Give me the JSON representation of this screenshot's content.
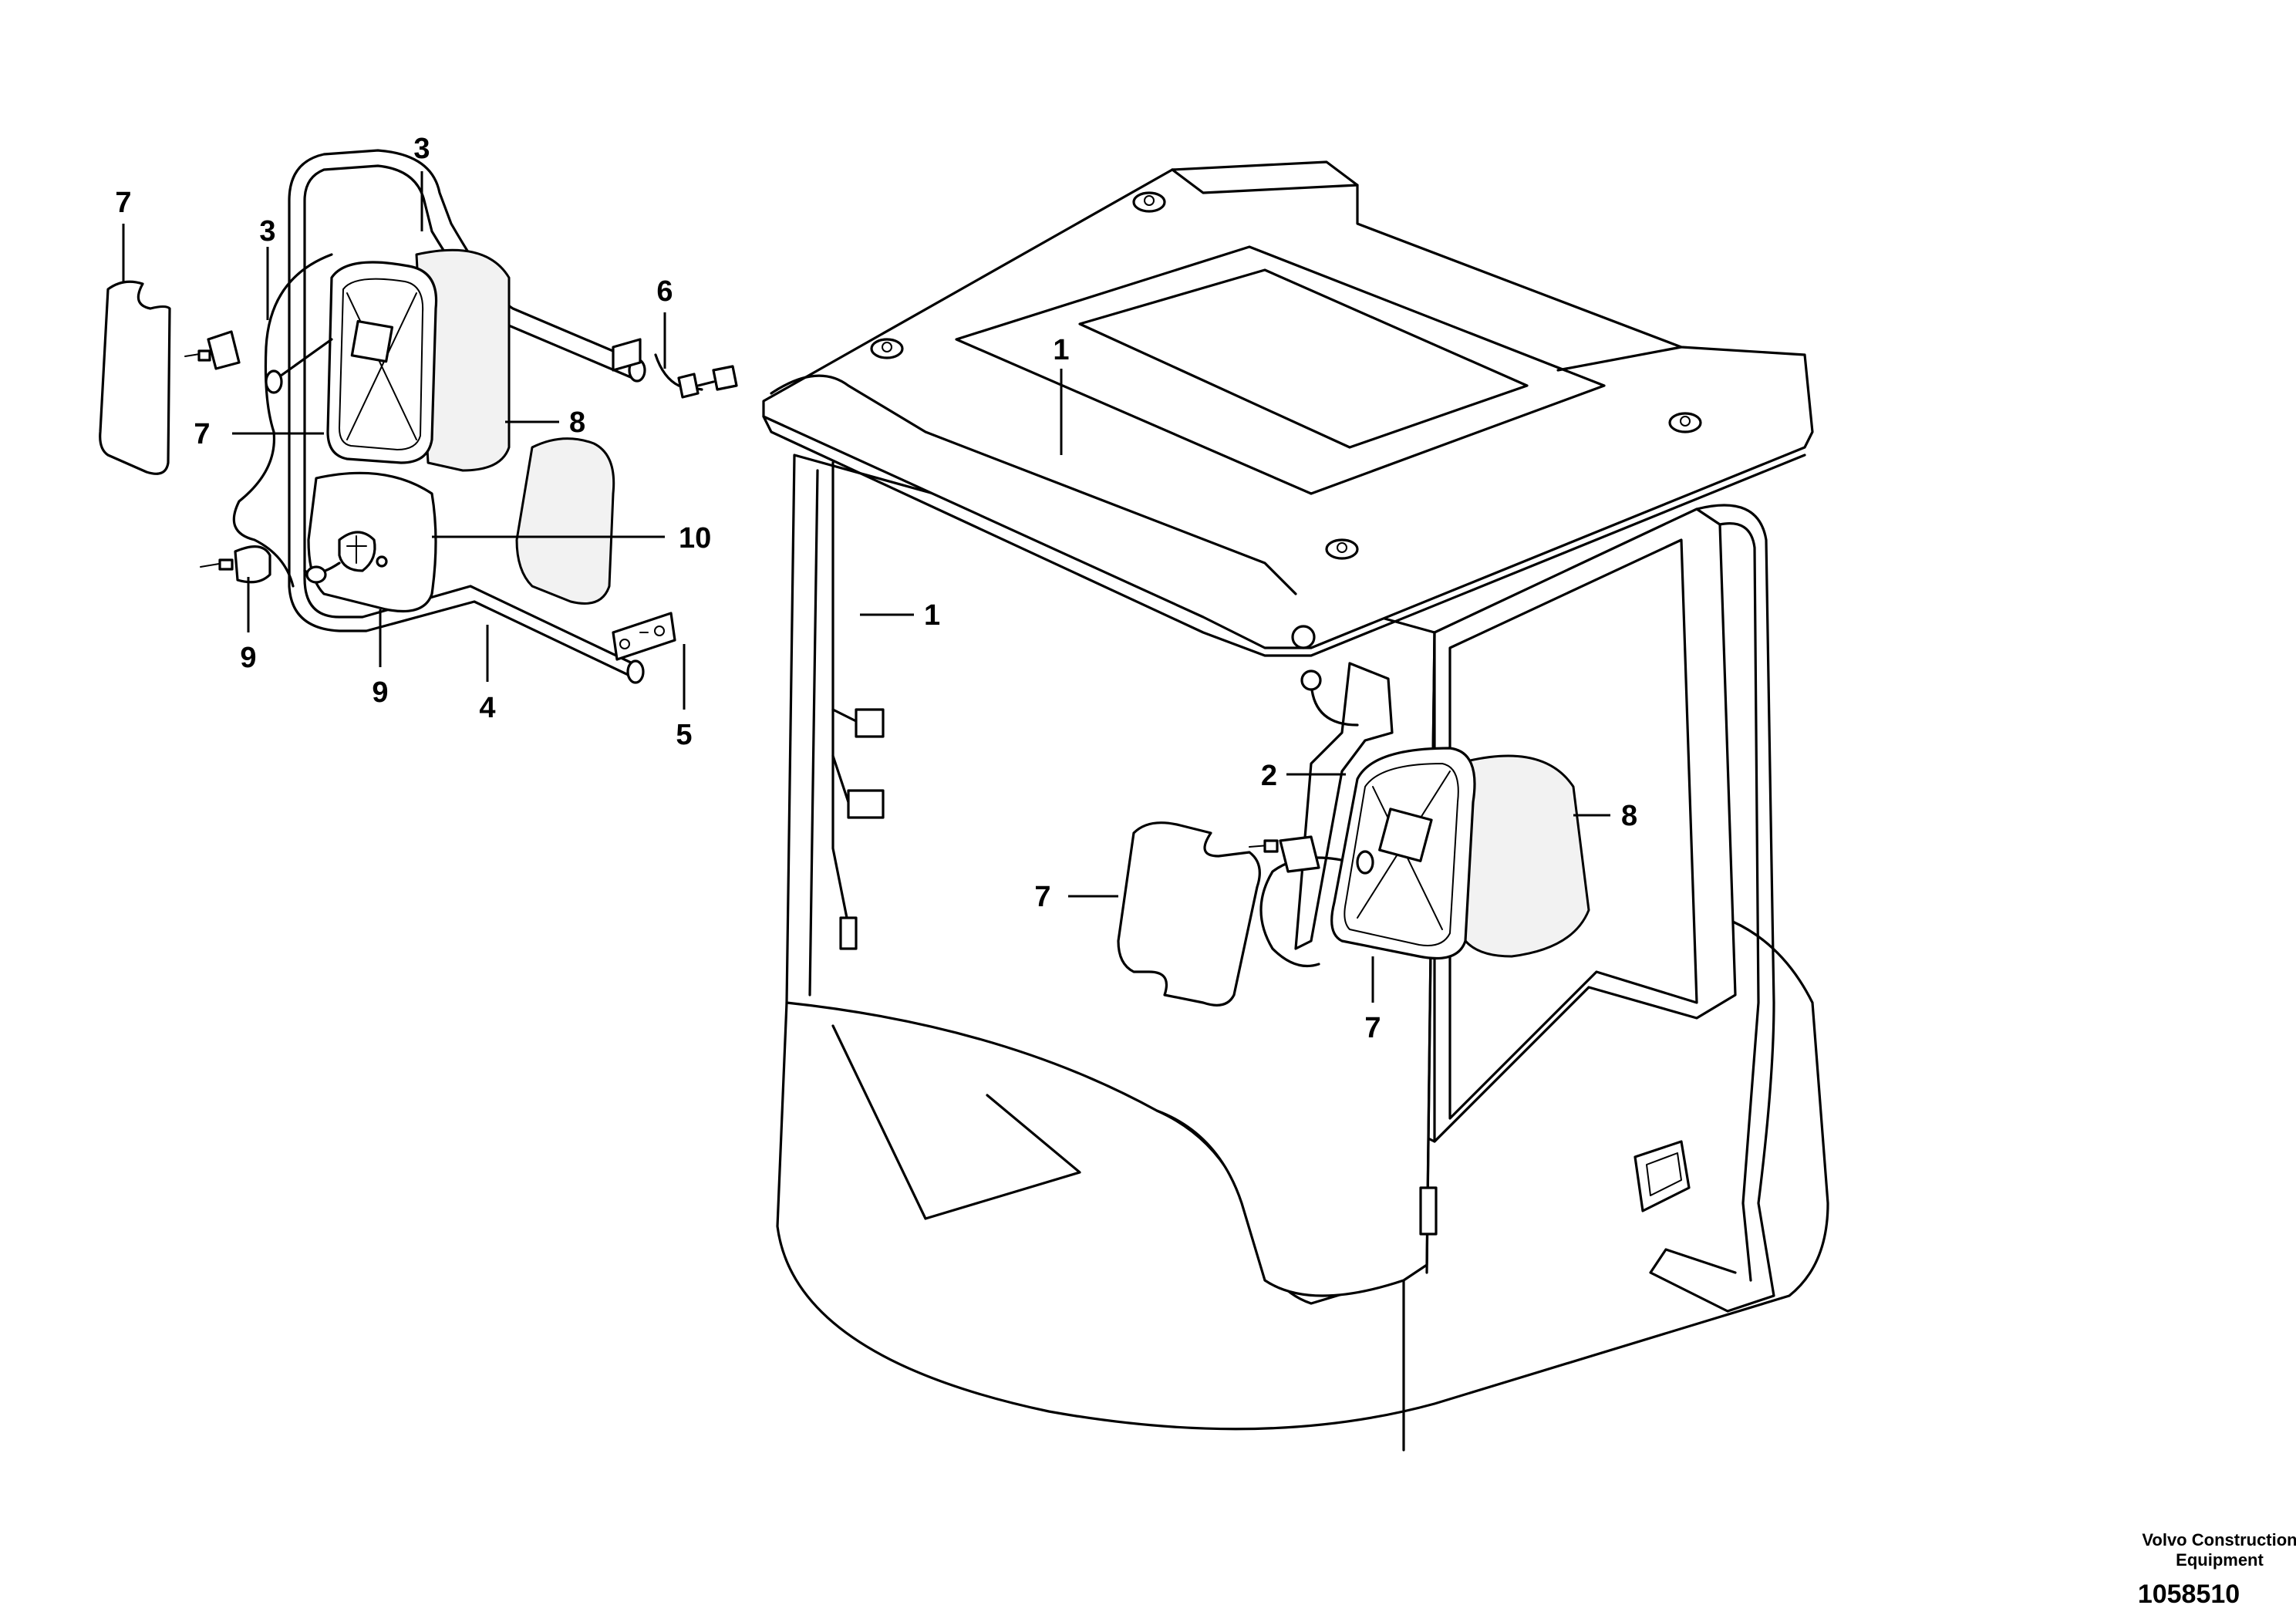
{
  "callouts": [
    {
      "label": "1"
    },
    {
      "label": "1"
    },
    {
      "label": "2"
    },
    {
      "label": "3"
    },
    {
      "label": "3"
    },
    {
      "label": "4"
    },
    {
      "label": "5"
    },
    {
      "label": "6"
    },
    {
      "label": "7"
    },
    {
      "label": "7"
    },
    {
      "label": "7"
    },
    {
      "label": "7"
    },
    {
      "label": "8"
    },
    {
      "label": "8"
    },
    {
      "label": "9"
    },
    {
      "label": "9"
    },
    {
      "label": "10"
    }
  ],
  "footer": {
    "company_line1": "Volvo Construction",
    "company_line2": "Equipment",
    "drawing_number": "1058510"
  }
}
